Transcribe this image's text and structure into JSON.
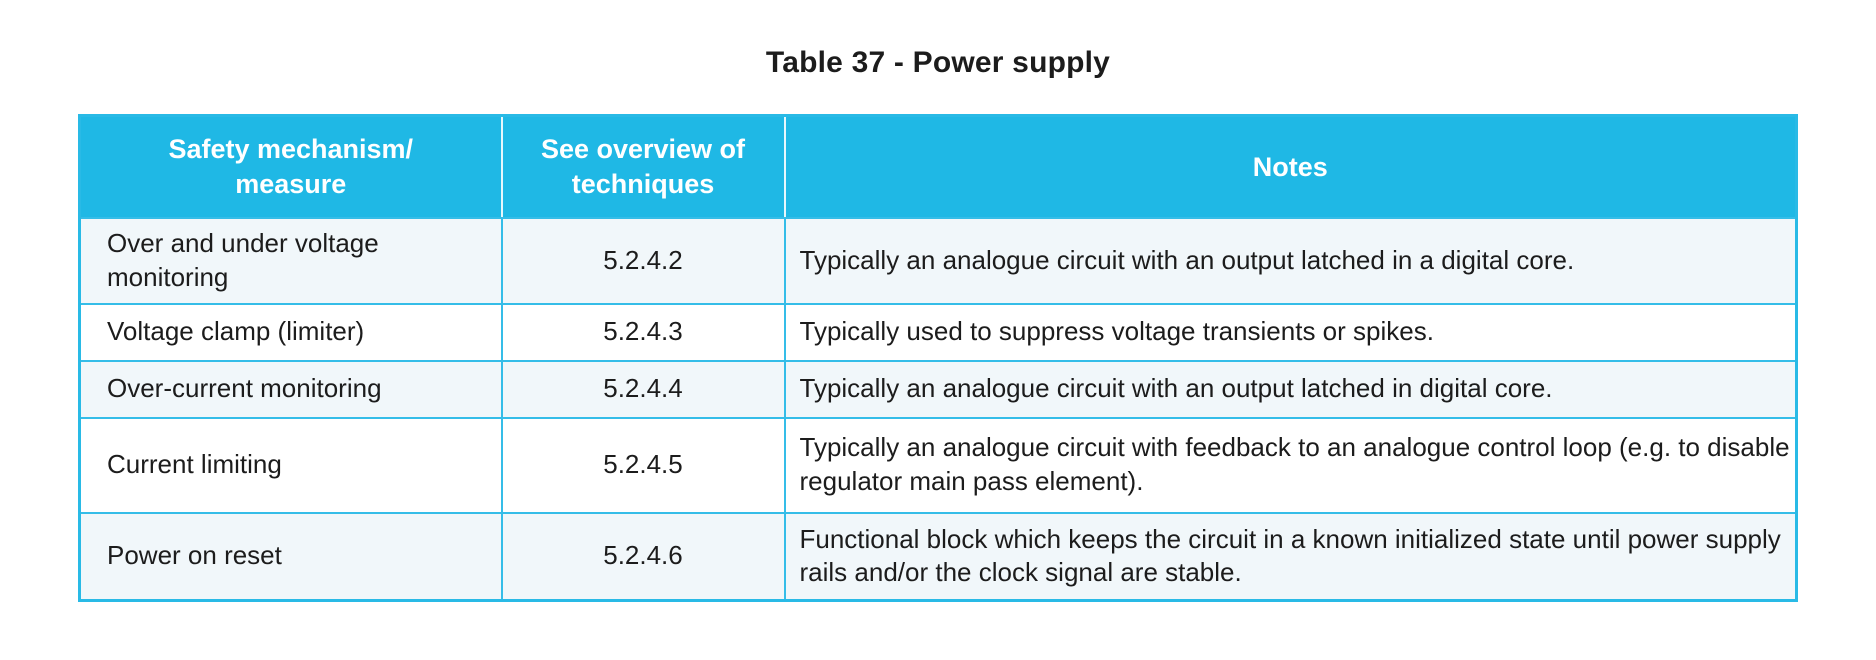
{
  "title": "Table 37 - Power supply",
  "table": {
    "headers": {
      "mechanism": "Safety mechanism/\nmeasure",
      "techniques": "See overview of\ntechniques",
      "notes": "Notes"
    },
    "rows": [
      {
        "mechanism": "Over and under voltage monitoring",
        "technique_ref": "5.2.4.2",
        "notes": "Typically an analogue circuit with an output latched in a digital core."
      },
      {
        "mechanism": "Voltage clamp (limiter)",
        "technique_ref": "5.2.4.3",
        "notes": "Typically used to suppress voltage transients or spikes."
      },
      {
        "mechanism": "Over-current monitoring",
        "technique_ref": "5.2.4.4",
        "notes": "Typically an analogue circuit with an output latched in digital core."
      },
      {
        "mechanism": "Current limiting",
        "technique_ref": "5.2.4.5",
        "notes": "Typically an analogue circuit with feedback to an analogue control loop (e.g. to disable regulator main pass element)."
      },
      {
        "mechanism": "Power on reset",
        "technique_ref": "5.2.4.6",
        "notes": "Functional block which keeps the circuit in a known initialized state until power supply rails and/or the clock signal are stable."
      }
    ]
  },
  "colors": {
    "header_bg": "#1fb8e5",
    "grid_line": "#35bde8",
    "outer_border": "#29bae6",
    "row_alt_bg": "#f1f7fa",
    "row_bg": "#ffffff",
    "header_text": "#ffffff",
    "body_text": "#1c1c1c"
  }
}
